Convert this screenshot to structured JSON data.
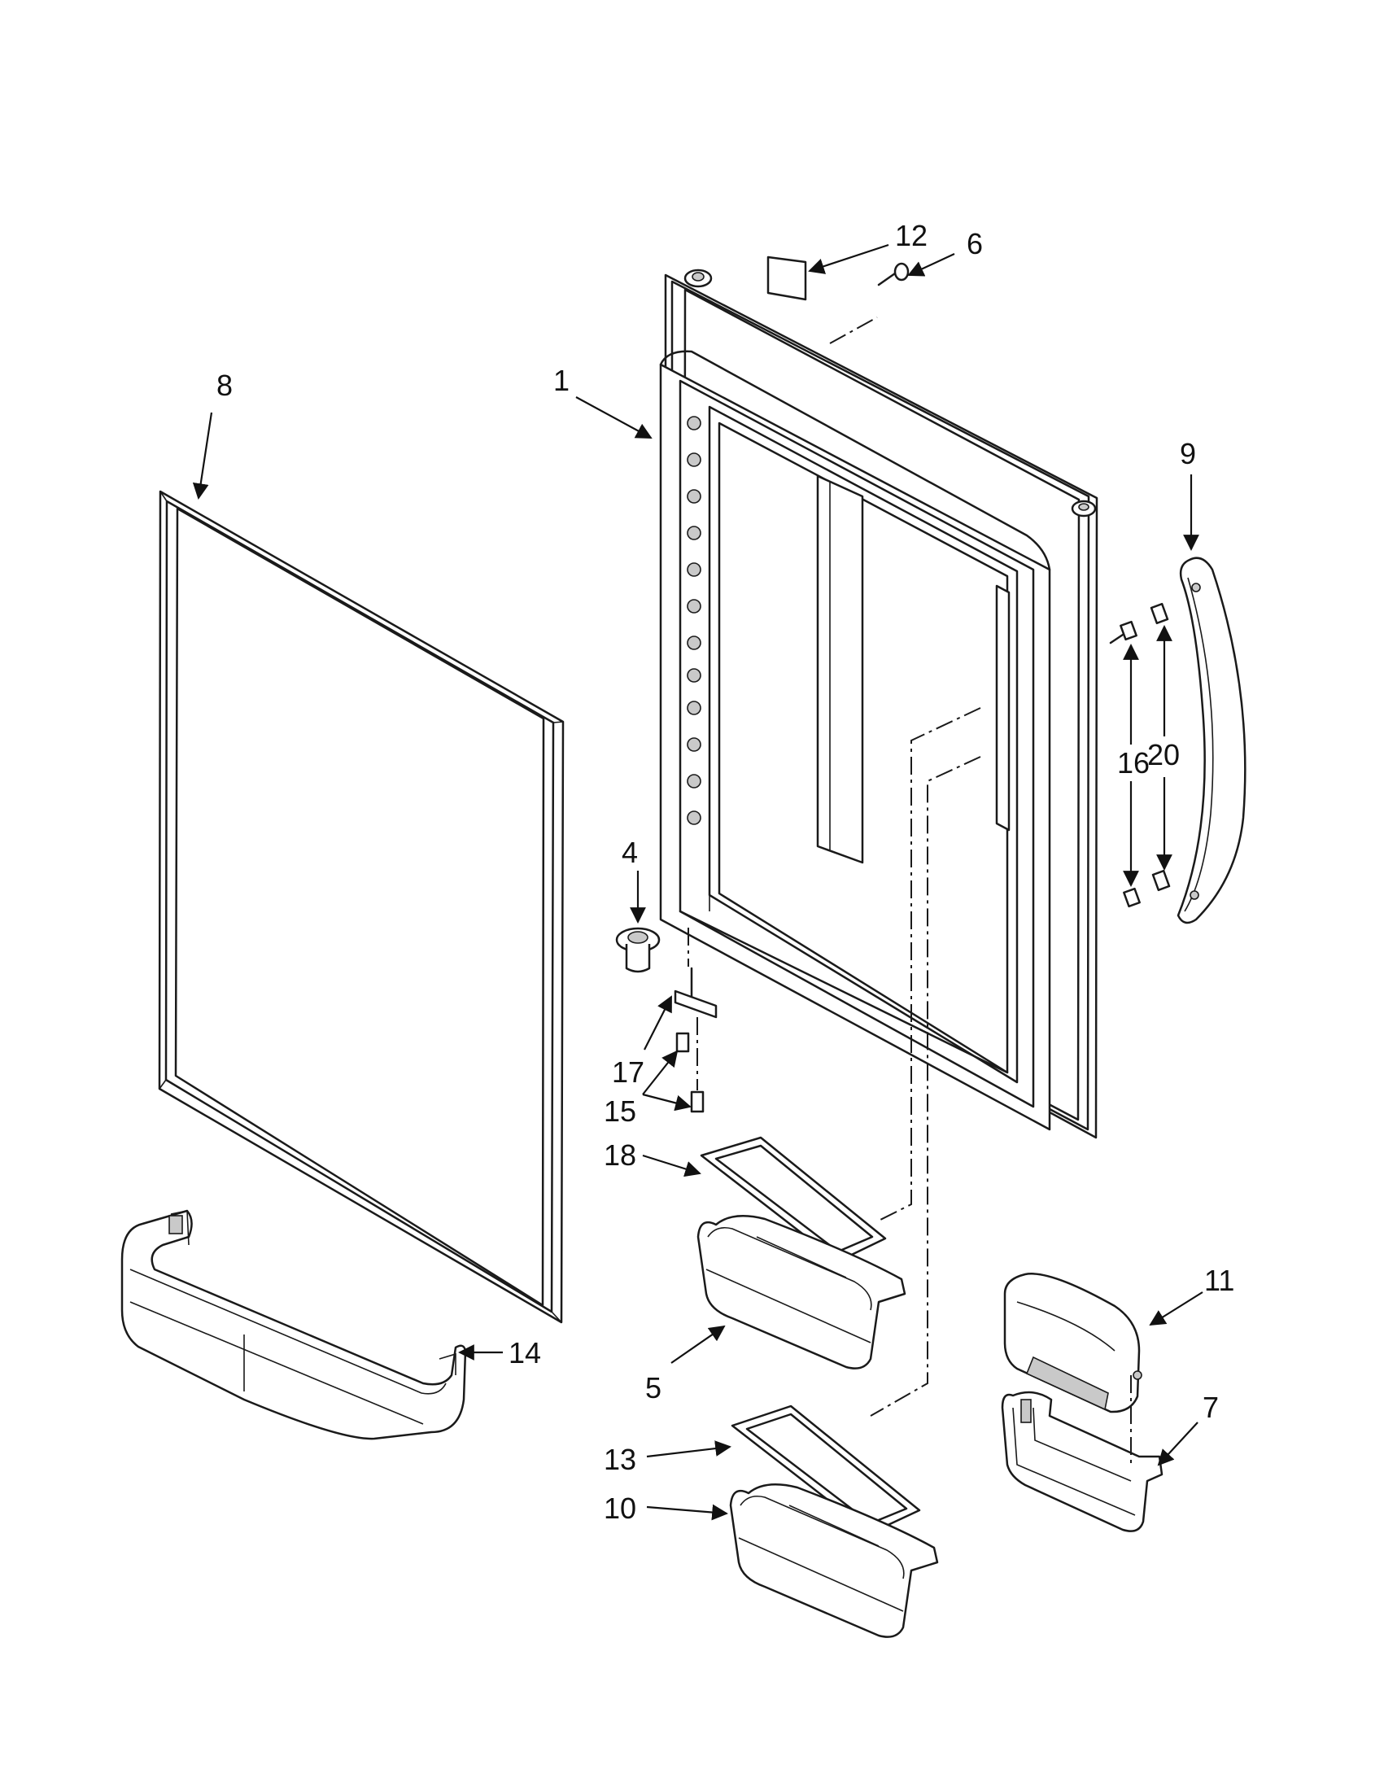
{
  "labels": {
    "p1": "1",
    "p4": "4",
    "p5": "5",
    "p6": "6",
    "p7": "7",
    "p8": "8",
    "p9": "9",
    "p10": "10",
    "p11": "11",
    "p12": "12",
    "p13": "13",
    "p14": "14",
    "p15": "15",
    "p16": "16",
    "p17": "17",
    "p18": "18",
    "p20": "20"
  },
  "colors": {
    "line": "#1a1a1a",
    "shade": "#c9c9c9",
    "background": "#ffffff"
  }
}
